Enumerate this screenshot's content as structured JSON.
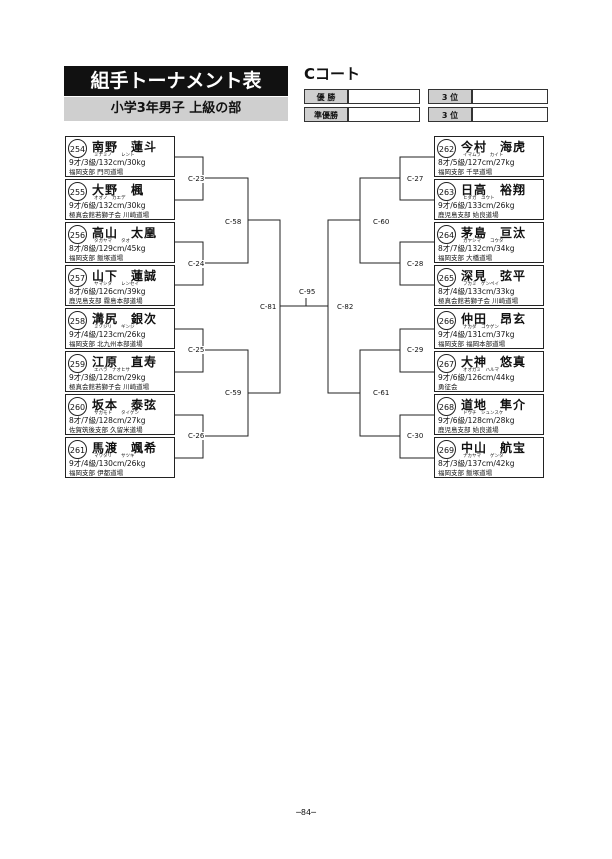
{
  "header": {
    "title": "組手トーナメント表",
    "subtitle": "小学3年男子 上級の部",
    "court": "Cコート"
  },
  "results": {
    "winner_label": "優 勝",
    "runner_up_label": "準優勝",
    "third_label_1": "3 位",
    "third_label_2": "3 位"
  },
  "players_left": [
    {
      "num": "254",
      "name": "南野　蓮斗",
      "kana": "ミナミノ　　レント",
      "info": "9才/3級/132cm/30kg",
      "club": "福岡支部 門司道場"
    },
    {
      "num": "255",
      "name": "大野　楓",
      "kana": "オオノ　カエデ",
      "info": "9才/6級/132cm/30kg",
      "club": "極真会館若獅子会 川崎道場"
    },
    {
      "num": "256",
      "name": "高山　太凰",
      "kana": "タカヤマ　　タオ",
      "info": "8才/8級/129cm/45kg",
      "club": "福岡支部 飯塚道場"
    },
    {
      "num": "257",
      "name": "山下　蓮誠",
      "kana": "ヤマシタ　　レンセイ",
      "info": "8才/6級/126cm/39kg",
      "club": "鹿児島支部 霧島本部道場"
    },
    {
      "num": "258",
      "name": "溝尻　銀次",
      "kana": "ミゾジリ　　ギンジ",
      "info": "9才/4級/123cm/26kg",
      "club": "福岡支部 北九州本部道場"
    },
    {
      "num": "259",
      "name": "江原　直寿",
      "kana": "エハラ　ナオヒサ",
      "info": "9才/3級/128cm/29kg",
      "club": "極真会館若獅子会 川崎道場"
    },
    {
      "num": "260",
      "name": "坂本　泰弦",
      "kana": "サカモト　　タイゲン",
      "info": "8才/7級/128cm/27kg",
      "club": "佐賀筑後支部 久留米道場"
    },
    {
      "num": "261",
      "name": "馬渡　颯希",
      "kana": "マワタリ　　サツキ",
      "info": "9才/4級/130cm/26kg",
      "club": "福岡支部 伊都道場"
    }
  ],
  "players_right": [
    {
      "num": "262",
      "name": "今村　海虎",
      "kana": "イマムラ　　カイト",
      "info": "8才/5級/127cm/27kg",
      "club": "福岡支部 千早道場"
    },
    {
      "num": "263",
      "name": "日高　裕翔",
      "kana": "ヒダカ　ユウト",
      "info": "9才/6級/133cm/26kg",
      "club": "鹿児島支部 始良道場"
    },
    {
      "num": "264",
      "name": "茅島　亘汰",
      "kana": "カヤシマ　　コウタ",
      "info": "8才/7級/132cm/34kg",
      "club": "福岡支部 大橋道場"
    },
    {
      "num": "265",
      "name": "深見　弦平",
      "kana": "フカミ　ゲンペイ",
      "info": "8才/4級/133cm/33kg",
      "club": "極真会館若獅子会 川崎道場"
    },
    {
      "num": "266",
      "name": "仲田　昂玄",
      "kana": "ナカダ　コウゲン",
      "info": "9才/4級/131cm/37kg",
      "club": "福岡支部 福岡本部道場"
    },
    {
      "num": "267",
      "name": "大神　悠真",
      "kana": "オオガミ　ハルマ",
      "info": "9才/6級/126cm/44kg",
      "club": "勇征会"
    },
    {
      "num": "268",
      "name": "道地　隼介",
      "kana": "ドウチ　シュンスケ",
      "info": "9才/6級/128cm/28kg",
      "club": "鹿児島支部 始良道場"
    },
    {
      "num": "269",
      "name": "中山　航宝",
      "kana": "ナカヤマ　　ゲンタ",
      "info": "8才/3級/137cm/42kg",
      "club": "福岡支部 飯塚道場"
    }
  ],
  "matches": {
    "c23": "C-23",
    "c24": "C-24",
    "c25": "C-25",
    "c26": "C-26",
    "c27": "C-27",
    "c28": "C-28",
    "c29": "C-29",
    "c30": "C-30",
    "c58": "C-58",
    "c59": "C-59",
    "c60": "C-60",
    "c61": "C-61",
    "c81": "C-81",
    "c82": "C-82",
    "c95": "C-95"
  },
  "footer": {
    "page": "─84─"
  }
}
